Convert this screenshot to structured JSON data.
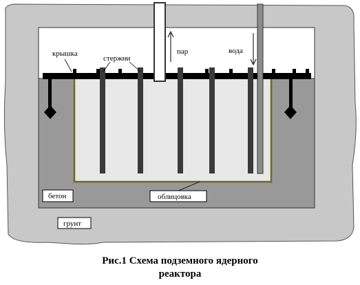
{
  "labels": {
    "lid": "крышка",
    "rods": "стержни",
    "steam": "пар",
    "water": "вода",
    "concrete": "бетон",
    "lining": "облицовка",
    "soil": "грунт"
  },
  "caption": {
    "line1": "Рис.1 Схема подземного ядерного",
    "line2": "реактора"
  },
  "colors": {
    "soil": "#c8c8c8",
    "concrete": "#999999",
    "vessel_fill": "#e8e8e8",
    "lining": "#6b6b1e",
    "rods": "#3a3a3a",
    "lid": "#000000",
    "water_pipe": "#8c8c8c"
  }
}
